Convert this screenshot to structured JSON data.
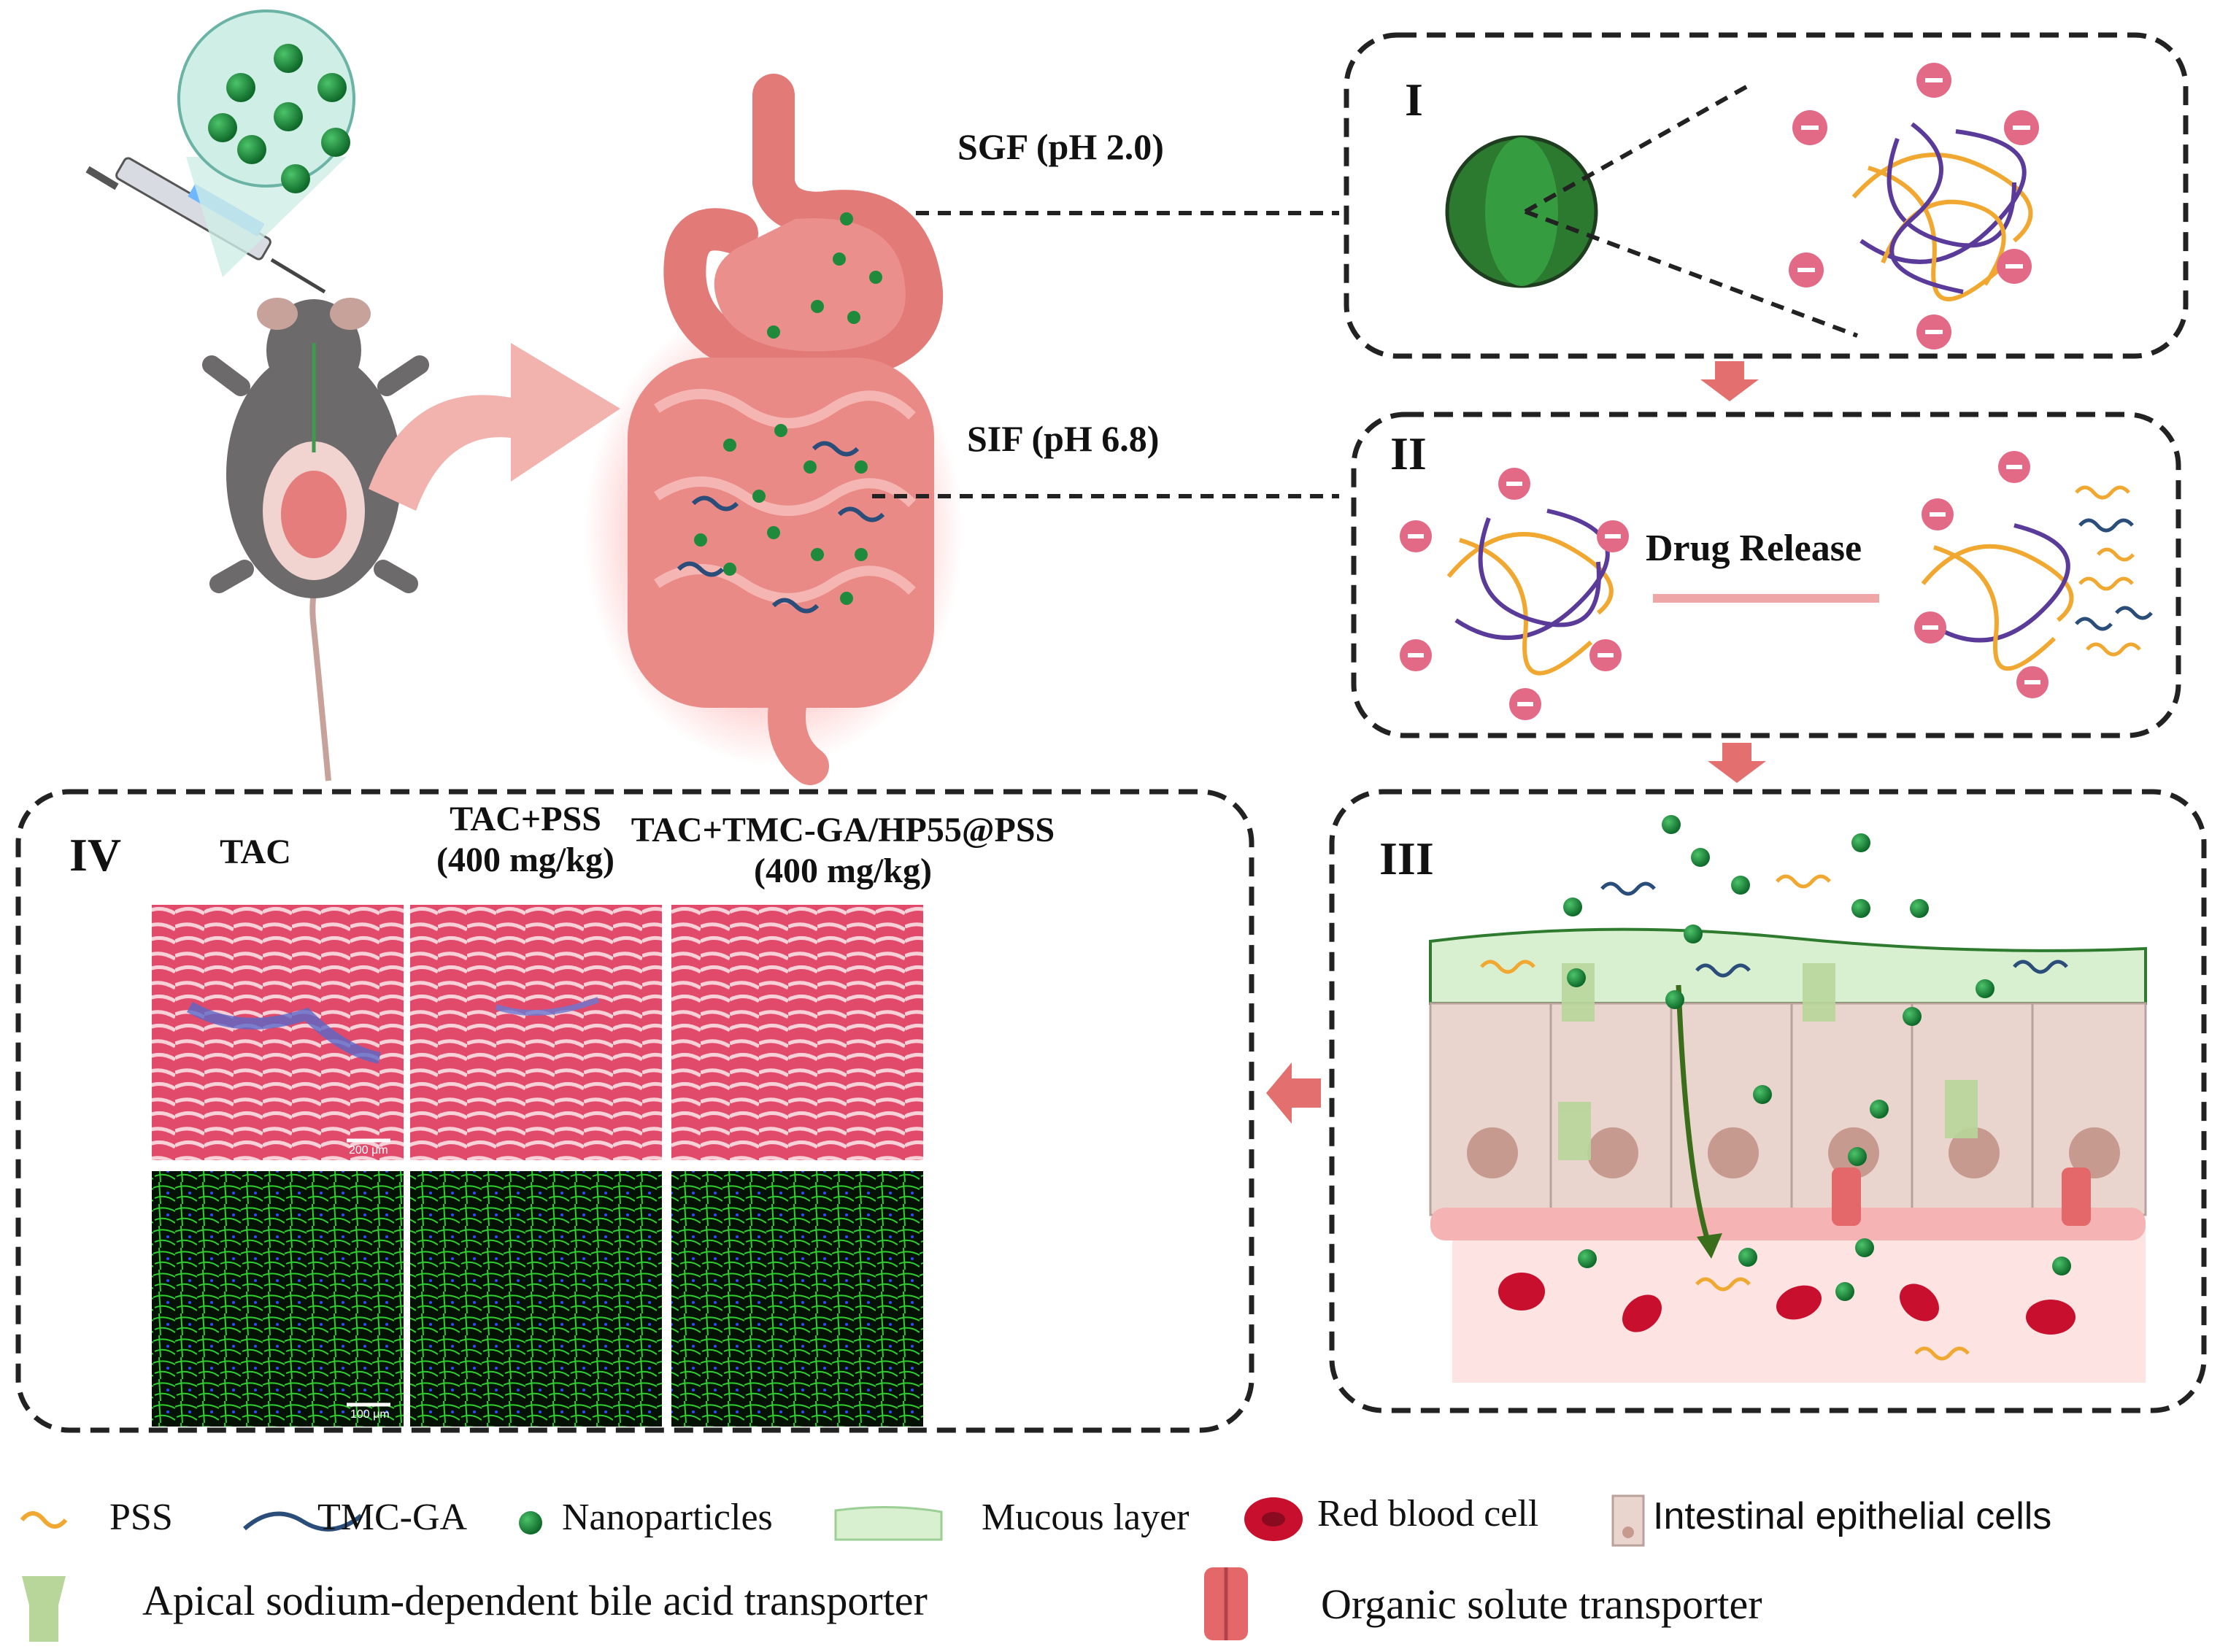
{
  "conditions": {
    "sgf": "SGF (pH 2.0)",
    "sif": "SIF (pH 6.8)"
  },
  "panels": {
    "p1": "I",
    "p2": "II",
    "p3": "III",
    "p4": "IV"
  },
  "panel2": {
    "drug_release": "Drug Release"
  },
  "panel4": {
    "groups": [
      {
        "line1": "TAC",
        "line2": ""
      },
      {
        "line1": "TAC+PSS",
        "line2": "(400 mg/kg)"
      },
      {
        "line1": "TAC+TMC-GA/HP55@PSS",
        "line2": "(400 mg/kg)"
      }
    ],
    "scale_bars": [
      "200 μm",
      "100 μm"
    ]
  },
  "legend": {
    "pss": "PSS",
    "tmcga": "TMC-GA",
    "nanoparticles": "Nanoparticles",
    "mucous": "Mucous layer",
    "rbc": "Red blood cell",
    "iec": "Intestinal epithelial cells",
    "asbt": "Apical sodium-dependent bile acid transporter",
    "ost": "Organic solute transporter"
  },
  "colors": {
    "nanoparticle": "#1f8a3c",
    "pss": "#f0a830",
    "tmcga": "#2a4d7a",
    "mucous": "#d8efd0",
    "rbc": "#c8102e",
    "dashed_border": "#222222",
    "arrow": "#e46f6f"
  }
}
